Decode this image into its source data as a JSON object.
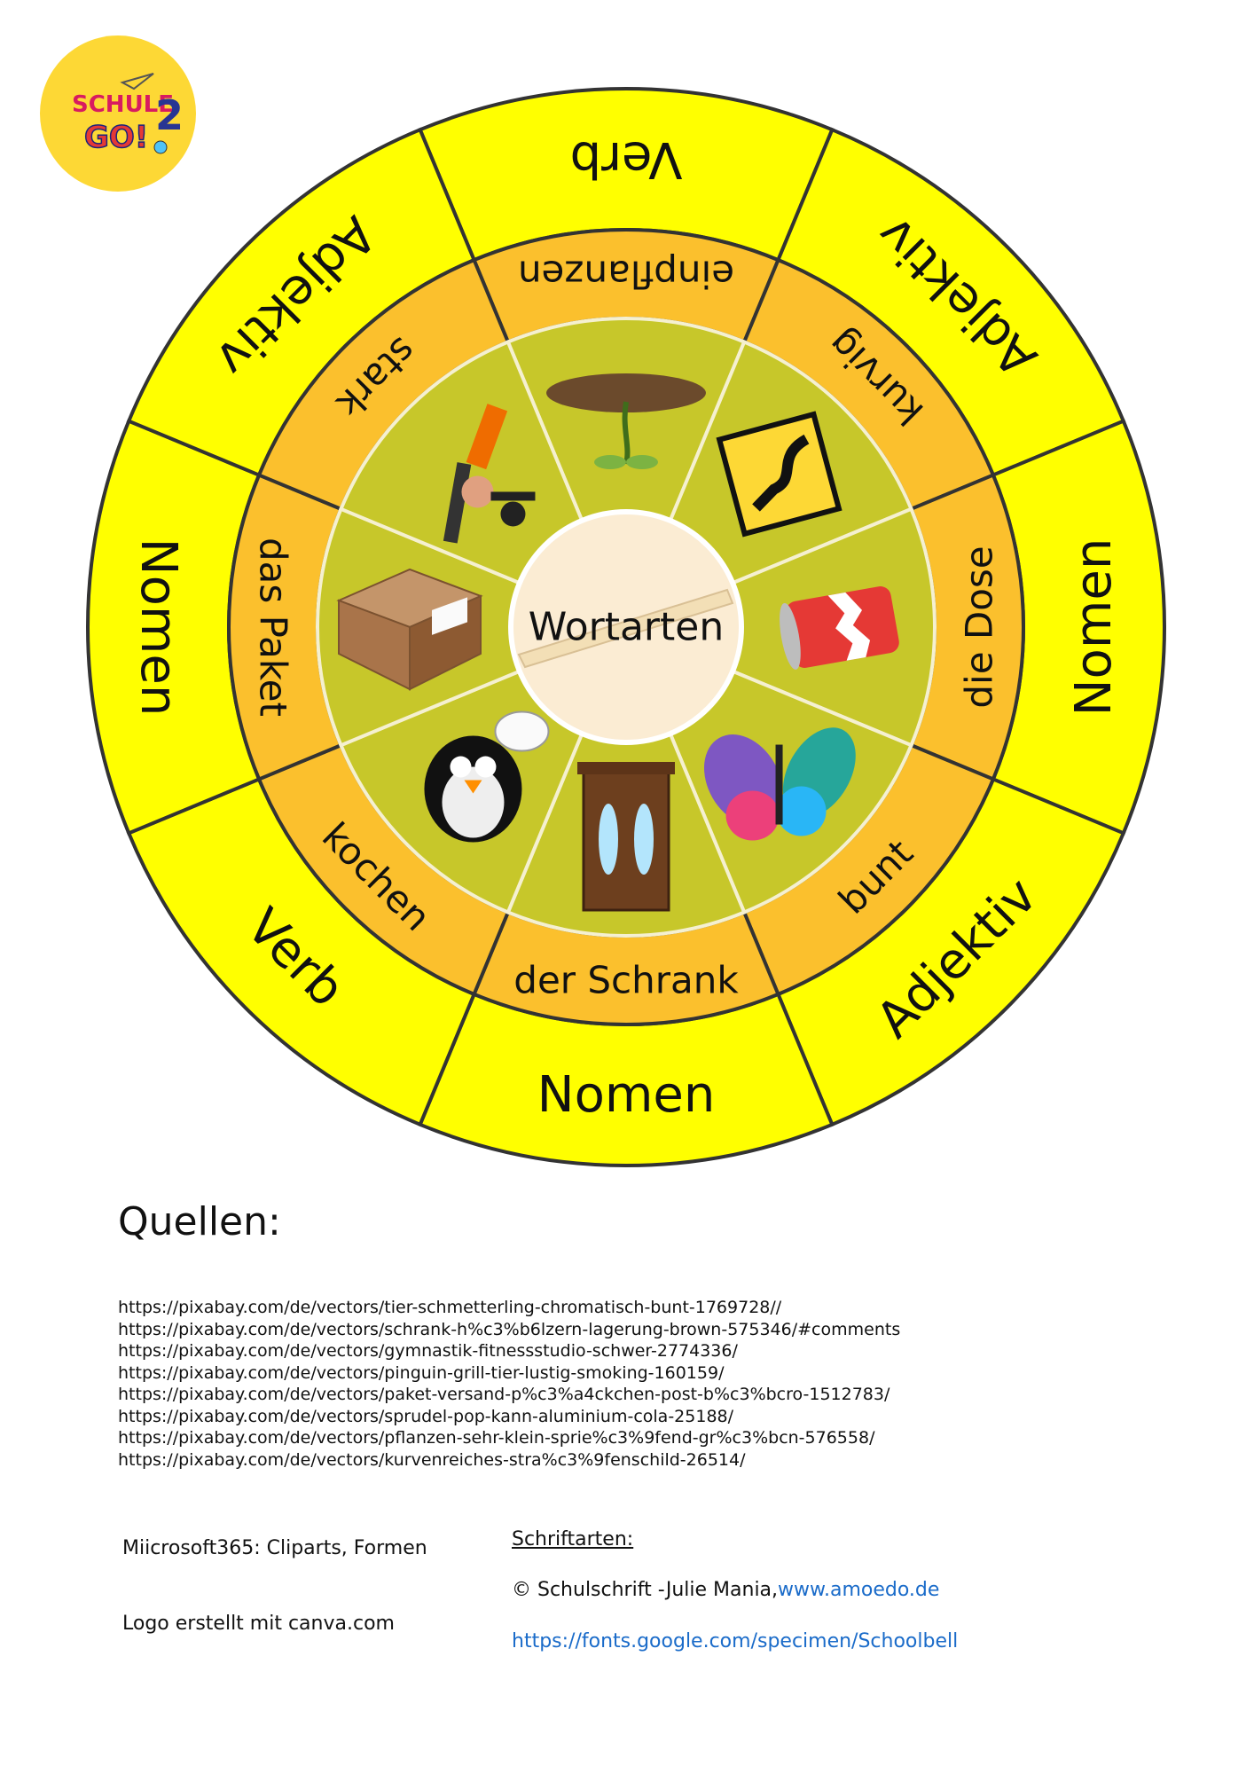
{
  "logo": {
    "line1": "SCHULE",
    "line2": "GO!",
    "number": "2"
  },
  "wheel": {
    "center_label": "Wortarten",
    "outer_ring": [
      "Verb",
      "Adjektiv",
      "Nomen",
      "Adjektiv",
      "Nomen",
      "Verb",
      "Nomen",
      "Adjektiv"
    ],
    "middle_ring": [
      "einpflanzen",
      "kurvig",
      "die Dose",
      "bunt",
      "der Schrank",
      "kochen",
      "das Paket",
      "stark"
    ],
    "pictures": [
      "plant-sprout-picture",
      "curvy-road-sign-picture",
      "cola-can-picture",
      "butterfly-picture",
      "wardrobe-picture",
      "cooking-penguin-picture",
      "parcel-picture",
      "gymnast-picture"
    ],
    "colors": {
      "outer": "#ffff00",
      "middle": "#fbc02d",
      "inner": "#c7c72a",
      "center": "#fbecd3",
      "stroke": "#333333"
    }
  },
  "sources": {
    "heading": "Quellen:",
    "links": [
      "https://pixabay.com/de/vectors/tier-schmetterling-chromatisch-bunt-1769728//",
      "https://pixabay.com/de/vectors/schrank-h%c3%b6lzern-lagerung-brown-575346/#comments",
      "https://pixabay.com/de/vectors/gymnastik-fitnessstudio-schwer-2774336/",
      "https://pixabay.com/de/vectors/pinguin-grill-tier-lustig-smoking-160159/",
      "https://pixabay.com/de/vectors/paket-versand-p%c3%a4ckchen-post-b%c3%bcro-1512783/",
      "https://pixabay.com/de/vectors/sprudel-pop-kann-aluminium-cola-25188/",
      "https://pixabay.com/de/vectors/pflanzen-sehr-klein-sprie%c3%9fend-gr%c3%bcn-576558/",
      "https://pixabay.com/de/vectors/kurvenreiches-stra%c3%9fenschild-26514/"
    ]
  },
  "credits": {
    "microsoft": "Miicrosoft365: Cliparts, Formen",
    "logo": "Logo erstellt mit canva.com",
    "fonts_title": "Schriftarten:",
    "font1_prefix": "© Schulschrift -Julie Mania,",
    "font1_link": "www.amoedo.de",
    "font2_link": "https://fonts.google.com/specimen/Schoolbell"
  }
}
